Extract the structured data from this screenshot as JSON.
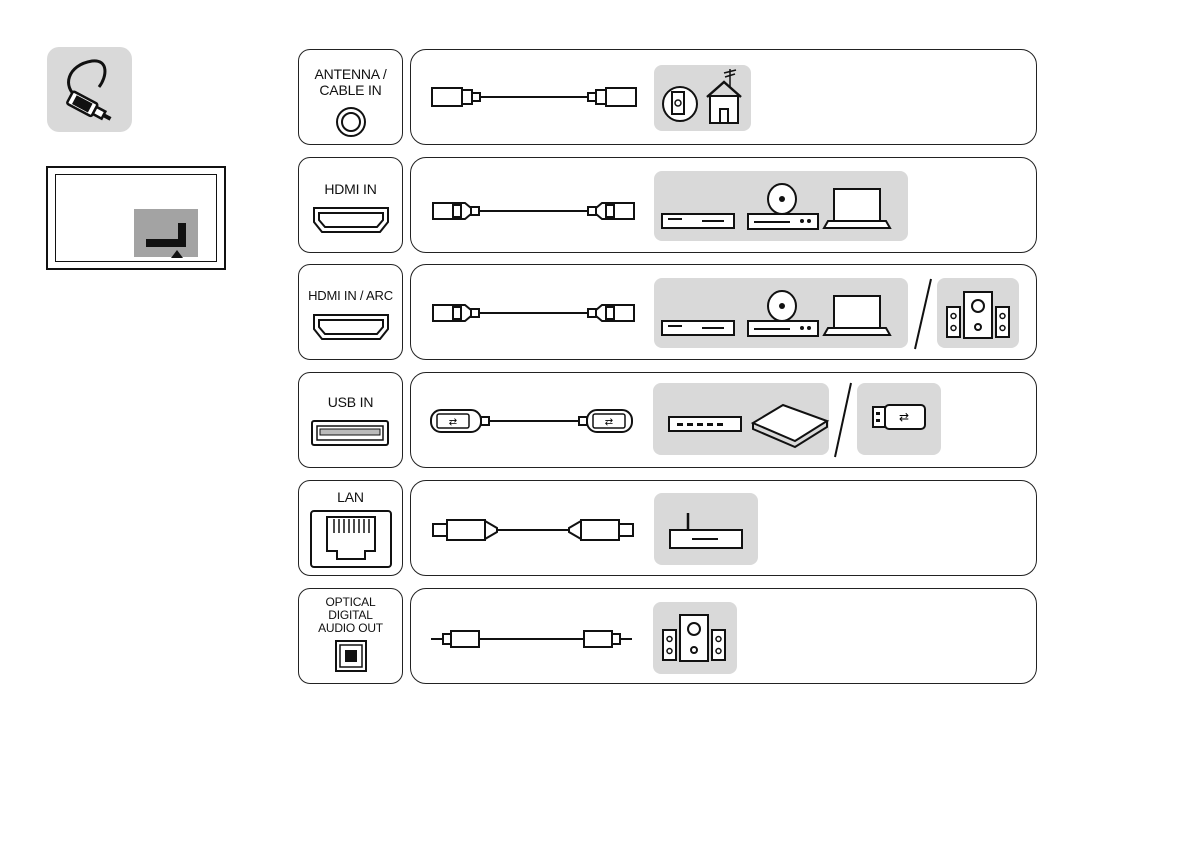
{
  "ports": [
    {
      "id": "antenna",
      "label": "ANTENNA /\nCABLE IN"
    },
    {
      "id": "hdmi",
      "label": "HDMI IN"
    },
    {
      "id": "hdmi-arc",
      "label": "HDMI IN / ARC"
    },
    {
      "id": "usb",
      "label": "USB IN"
    },
    {
      "id": "lan",
      "label": "LAN"
    },
    {
      "id": "optical",
      "label": "OPTICAL\nDIGITAL\nAUDIO OUT"
    }
  ],
  "colors": {
    "panel_gray": "#d9d9d9",
    "tv_panel_gray": "#a3a3a3",
    "line": "#111111"
  },
  "icons": {
    "header": "cable-plug-icon",
    "tv": "tv-rear-panel-icon",
    "devices": [
      "antenna-house-icon",
      "set-top-box-icon",
      "dvd-player-icon",
      "laptop-icon",
      "speaker-system-icon",
      "hard-drive-icon",
      "usb-stick-icon",
      "router-icon"
    ]
  }
}
